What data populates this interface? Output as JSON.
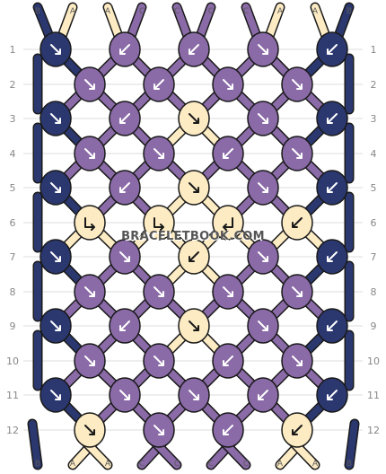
{
  "watermark": "BRACELETBOOK.COM",
  "colors": {
    "B": "#2b3870",
    "A": "#fcebc3",
    "C": "#8a6aa7",
    "outline": "#1a1a1a",
    "grid": "#dddddd",
    "arrow_dark": "#ffffff",
    "arrow_light": "#1a1a1a"
  },
  "row_labels": [
    "1",
    "2",
    "3",
    "4",
    "5",
    "6",
    "7",
    "8",
    "9",
    "10",
    "11",
    "12"
  ],
  "top_strings": [
    "B",
    "A",
    "A",
    "C",
    "C",
    "C",
    "C",
    "A",
    "A",
    "B"
  ],
  "bottom_strings": [
    "B",
    "A",
    "A",
    "C",
    "C",
    "C",
    "C",
    "A",
    "A",
    "B"
  ],
  "knot_rows": [
    [
      {
        "color": "B",
        "dir": "rr"
      },
      {
        "color": "C",
        "dir": "ll"
      },
      {
        "color": "C",
        "dir": "ll"
      },
      {
        "color": "C",
        "dir": "rr"
      },
      {
        "color": "B",
        "dir": "ll"
      }
    ],
    [
      {
        "color": "C",
        "dir": "rr"
      },
      {
        "color": "C",
        "dir": "ll"
      },
      {
        "color": "C",
        "dir": "rr"
      },
      {
        "color": "C",
        "dir": "rr"
      }
    ],
    [
      {
        "color": "B",
        "dir": "rr"
      },
      {
        "color": "C",
        "dir": "ll"
      },
      {
        "color": "A",
        "dir": "r"
      },
      {
        "color": "C",
        "dir": "rr"
      },
      {
        "color": "B",
        "dir": "ll"
      }
    ],
    [
      {
        "color": "C",
        "dir": "rr"
      },
      {
        "color": "C",
        "dir": "rr"
      },
      {
        "color": "C",
        "dir": "ll"
      },
      {
        "color": "C",
        "dir": "rr"
      }
    ],
    [
      {
        "color": "B",
        "dir": "rr"
      },
      {
        "color": "C",
        "dir": "ll"
      },
      {
        "color": "A",
        "dir": "r"
      },
      {
        "color": "C",
        "dir": "rr"
      },
      {
        "color": "B",
        "dir": "ll"
      }
    ],
    [
      {
        "color": "A",
        "dir": "lr"
      },
      {
        "color": "A",
        "dir": "lr"
      },
      {
        "color": "A",
        "dir": "rl"
      },
      {
        "color": "A",
        "dir": "l"
      }
    ],
    [
      {
        "color": "B",
        "dir": "rr"
      },
      {
        "color": "C",
        "dir": "rr"
      },
      {
        "color": "A",
        "dir": "l"
      },
      {
        "color": "C",
        "dir": "rr"
      },
      {
        "color": "B",
        "dir": "ll"
      }
    ],
    [
      {
        "color": "C",
        "dir": "rr"
      },
      {
        "color": "C",
        "dir": "rr"
      },
      {
        "color": "C",
        "dir": "rr"
      },
      {
        "color": "C",
        "dir": "rr"
      }
    ],
    [
      {
        "color": "B",
        "dir": "rr"
      },
      {
        "color": "C",
        "dir": "ll"
      },
      {
        "color": "A",
        "dir": "r"
      },
      {
        "color": "C",
        "dir": "rr"
      },
      {
        "color": "B",
        "dir": "ll"
      }
    ],
    [
      {
        "color": "C",
        "dir": "rr"
      },
      {
        "color": "C",
        "dir": "rr"
      },
      {
        "color": "C",
        "dir": "ll"
      },
      {
        "color": "C",
        "dir": "rr"
      }
    ],
    [
      {
        "color": "B",
        "dir": "rr"
      },
      {
        "color": "C",
        "dir": "rr"
      },
      {
        "color": "C",
        "dir": "rr"
      },
      {
        "color": "C",
        "dir": "ll"
      },
      {
        "color": "B",
        "dir": "ll"
      }
    ],
    [
      {
        "color": "A",
        "dir": "r"
      },
      {
        "color": "C",
        "dir": "rr"
      },
      {
        "color": "C",
        "dir": "ll"
      },
      {
        "color": "A",
        "dir": "l"
      }
    ]
  ]
}
